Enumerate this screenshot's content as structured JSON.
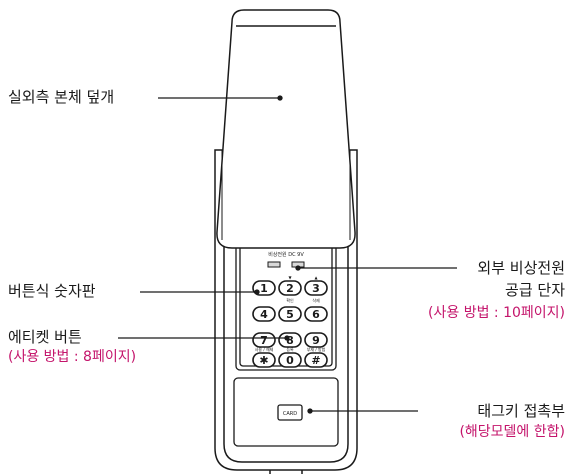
{
  "labels": {
    "cover": "실외측 본체 덮개",
    "keypad": "버튼식 숫자판",
    "etiquette_button": "에티켓 버튼",
    "etiquette_note": "(사용 방법 : 8페이지)",
    "external_power_line1": "외부 비상전원",
    "external_power_line2": "공급 단자",
    "external_power_note": "(사용 방법 : 10페이지)",
    "tag_contact": "태그키 접촉부",
    "tag_note": "(해당모델에 한함)"
  },
  "device": {
    "terminal_label": "비상전원 DC 9V",
    "card_label": "CARD",
    "keys": [
      "1",
      "2",
      "3",
      "4",
      "5",
      "6",
      "7",
      "8",
      "9",
      "✱",
      "0",
      "#"
    ],
    "key_sublabels": [
      "",
      "▼",
      "▲",
      "",
      "",
      "",
      "",
      "",
      "",
      "",
      "",
      ""
    ],
    "mid_labels": [
      "확인",
      "삭제"
    ],
    "lower_labels": [
      "사용 / 해제",
      "등록",
      "부재 / 방범"
    ]
  },
  "colors": {
    "line": "#1a1a1a",
    "accent_text": "#c4146b",
    "terminal_fill": "#d9d9d9"
  }
}
